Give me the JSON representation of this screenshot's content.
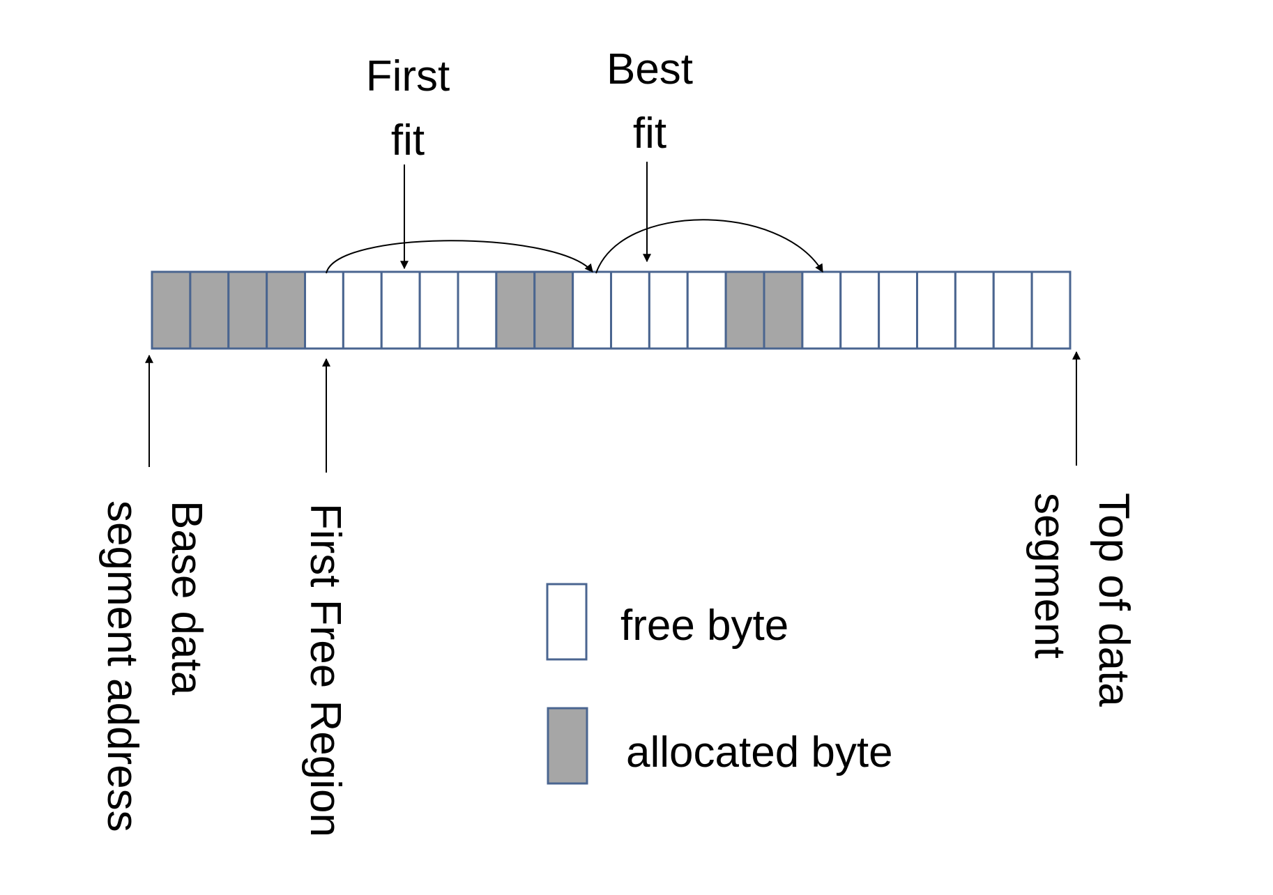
{
  "labels": {
    "first_fit_line1": "First",
    "first_fit_line2": "fit",
    "best_fit_line1": "Best",
    "best_fit_line2": "fit",
    "base_line1": "Base data",
    "base_line2": "segment address",
    "first_free_region": "First Free Region",
    "top_line1": "Top of data",
    "top_line2": "segment"
  },
  "legend": {
    "free_label": "free byte",
    "allocated_label": "allocated byte"
  },
  "memory": {
    "cells": [
      "allocated",
      "allocated",
      "allocated",
      "allocated",
      "free",
      "free",
      "free",
      "free",
      "free",
      "allocated",
      "allocated",
      "free",
      "free",
      "free",
      "free",
      "allocated",
      "allocated",
      "free",
      "free",
      "free",
      "free",
      "free",
      "free",
      "free"
    ],
    "first_fit_index": 6,
    "best_fit_index": 13,
    "first_free_index": 4
  },
  "colors": {
    "allocated_fill": "#a6a6a6",
    "free_fill": "#ffffff",
    "cell_border": "#4a6590",
    "text": "#000000"
  }
}
